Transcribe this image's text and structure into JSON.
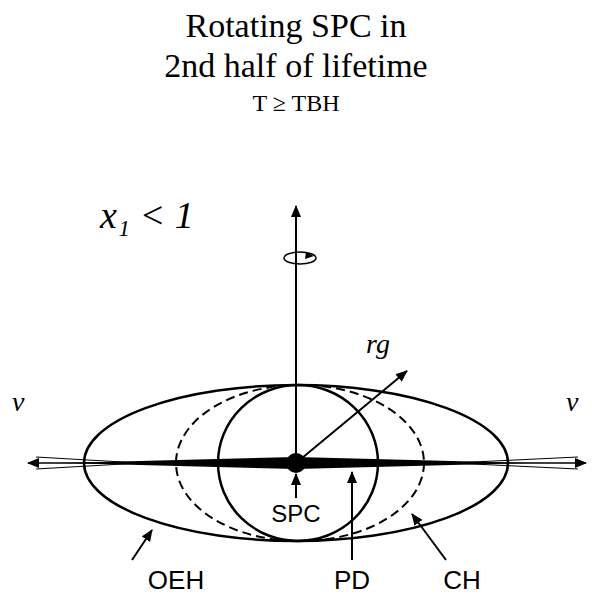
{
  "diagram": {
    "title": "Rotating SPC in 2nd half of lifetime",
    "labels": [
      "T ≥ TBH",
      "x₁ < 1",
      "rg",
      "ν",
      "ν",
      "SPC",
      "OEH",
      "PD",
      "CH"
    ]
  }
}
